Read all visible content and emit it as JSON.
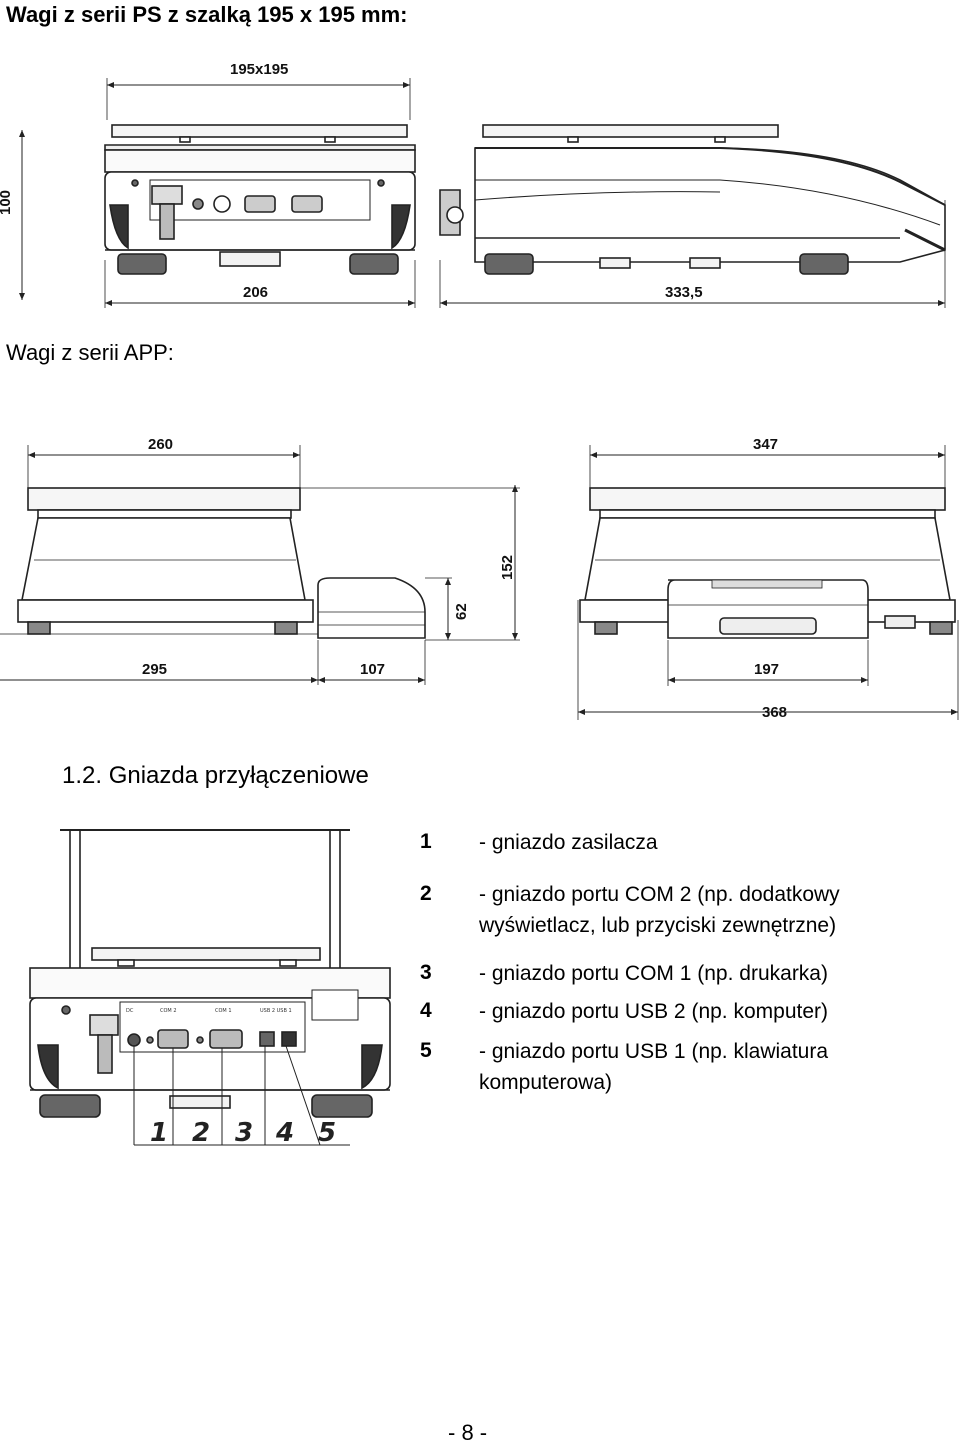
{
  "headings": {
    "ps_title": "Wagi z serii PS z szalką 195 x 195 mm:",
    "app_title": "Wagi z serii APP:",
    "section_title": "1.2.  Gniazda przyłączeniowe"
  },
  "ps_dims": {
    "width": "195x195",
    "height": "100",
    "base": "206",
    "depth": "333,5"
  },
  "app_dims": {
    "w1": "260",
    "w2": "347",
    "h1": "152",
    "h2": "62",
    "b1": "295",
    "b2": "107",
    "b3": "197",
    "b4": "368"
  },
  "port_numbers": [
    "1",
    "2",
    "3",
    "4",
    "5"
  ],
  "sockets": [
    {
      "num": "1",
      "desc": "- gniazdo zasilacza"
    },
    {
      "num": "2",
      "desc": "- gniazdo portu COM 2 (np. dodatkowy wyświetlacz, lub przyciski zewnętrzne)"
    },
    {
      "num": "3",
      "desc": "- gniazdo portu COM 1 (np. drukarka)"
    },
    {
      "num": "4",
      "desc": "- gniazdo portu USB 2 (np. komputer)"
    },
    {
      "num": "5",
      "desc": "- gniazdo portu USB 1 (np. klawiatura komputerowa)"
    }
  ],
  "page_number": "- 8 -"
}
